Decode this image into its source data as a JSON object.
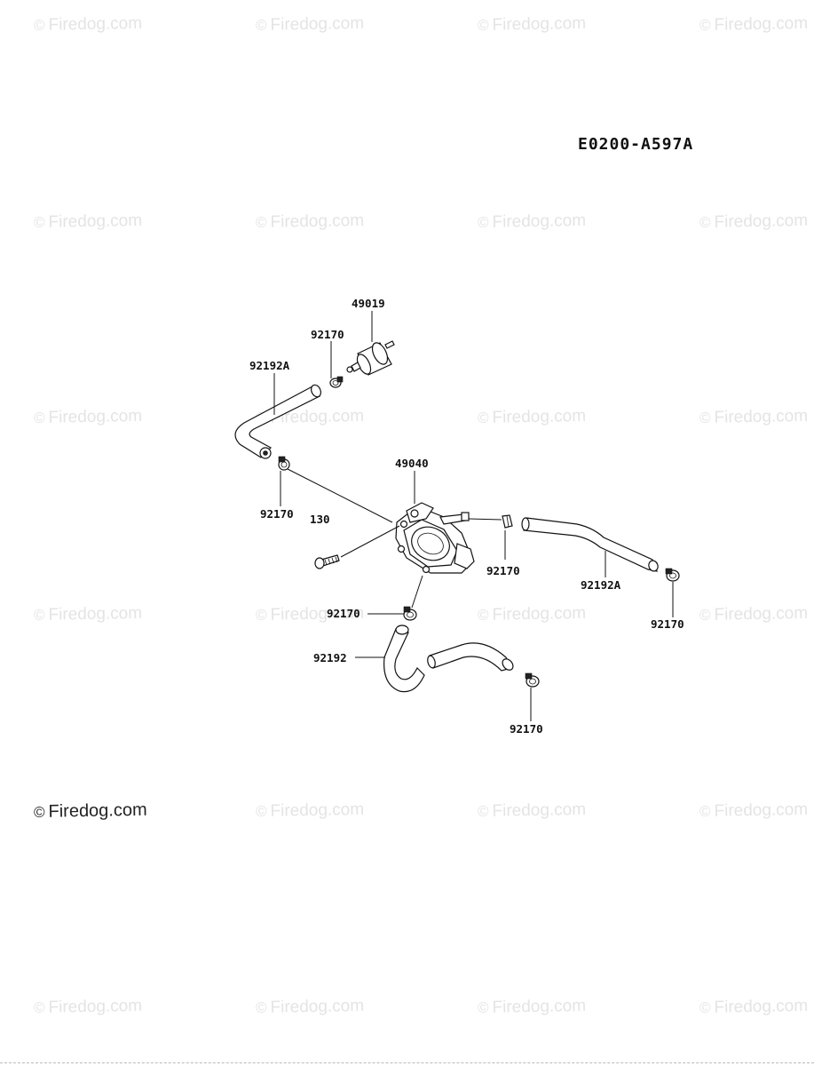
{
  "diagram_code": "E0200-A597A",
  "watermark": {
    "symbol": "©",
    "text": "Firedog",
    "suffix": ".com"
  },
  "labels": {
    "fuel_filter": "49019",
    "clamp_top": "92170",
    "hose_upper": "92192A",
    "clamp_left": "92170",
    "bolt": "130",
    "fuel_pump": "49040",
    "clamp_right_small": "92170",
    "hose_right": "92192A",
    "clamp_right_end": "92170",
    "clamp_bottom": "92170",
    "hose_lower": "92192",
    "clamp_lower_end": "92170"
  }
}
